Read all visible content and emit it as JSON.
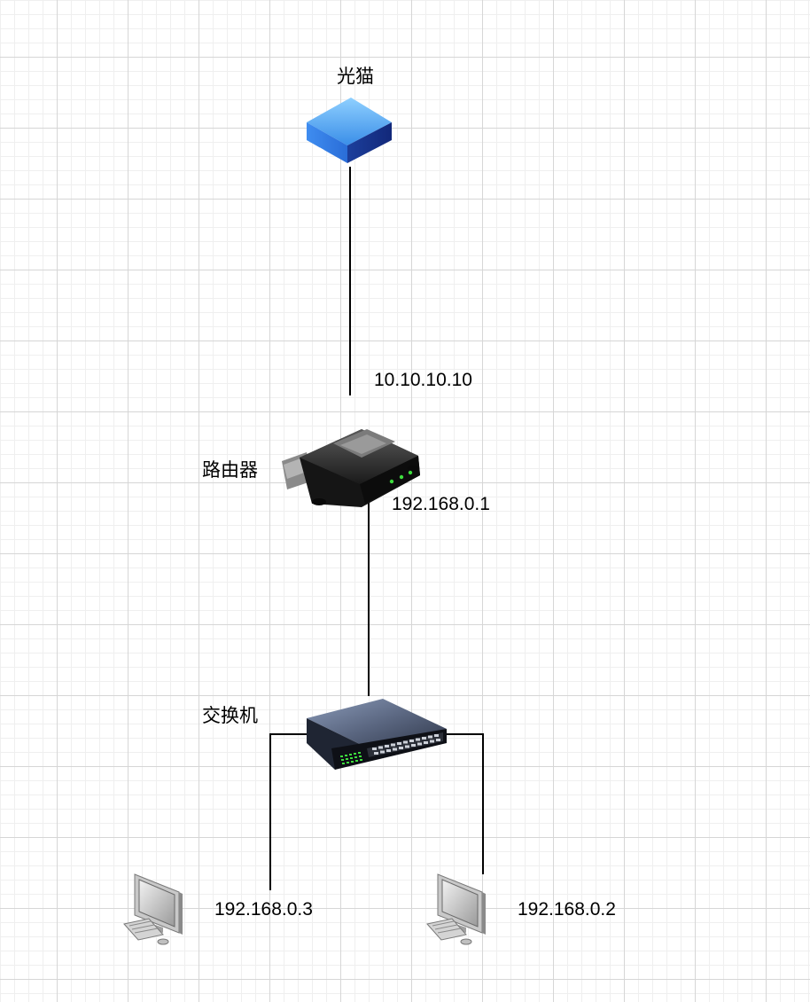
{
  "nodes": {
    "modem": {
      "label": "光猫",
      "icon": "fiber-modem-icon"
    },
    "router": {
      "label": "路由器",
      "icon": "router-icon"
    },
    "switch": {
      "label": "交换机",
      "icon": "network-switch-icon"
    },
    "pc_left": {
      "icon": "desktop-computer-icon"
    },
    "pc_right": {
      "icon": "desktop-computer-icon"
    }
  },
  "ip_addresses": {
    "modem_link": "10.10.10.10",
    "router_lan": "192.168.0.1",
    "pc_left": "192.168.0.3",
    "pc_right": "192.168.0.2"
  },
  "links": [
    {
      "from": "modem",
      "to": "router"
    },
    {
      "from": "router",
      "to": "switch"
    },
    {
      "from": "switch",
      "to": "pc_left"
    },
    {
      "from": "switch",
      "to": "pc_right"
    }
  ],
  "colors": {
    "grid_major": "#d6d6d6",
    "grid_minor": "#efefef",
    "modem_blue": "#2f6fd6",
    "led_green": "#3ddc3d"
  }
}
